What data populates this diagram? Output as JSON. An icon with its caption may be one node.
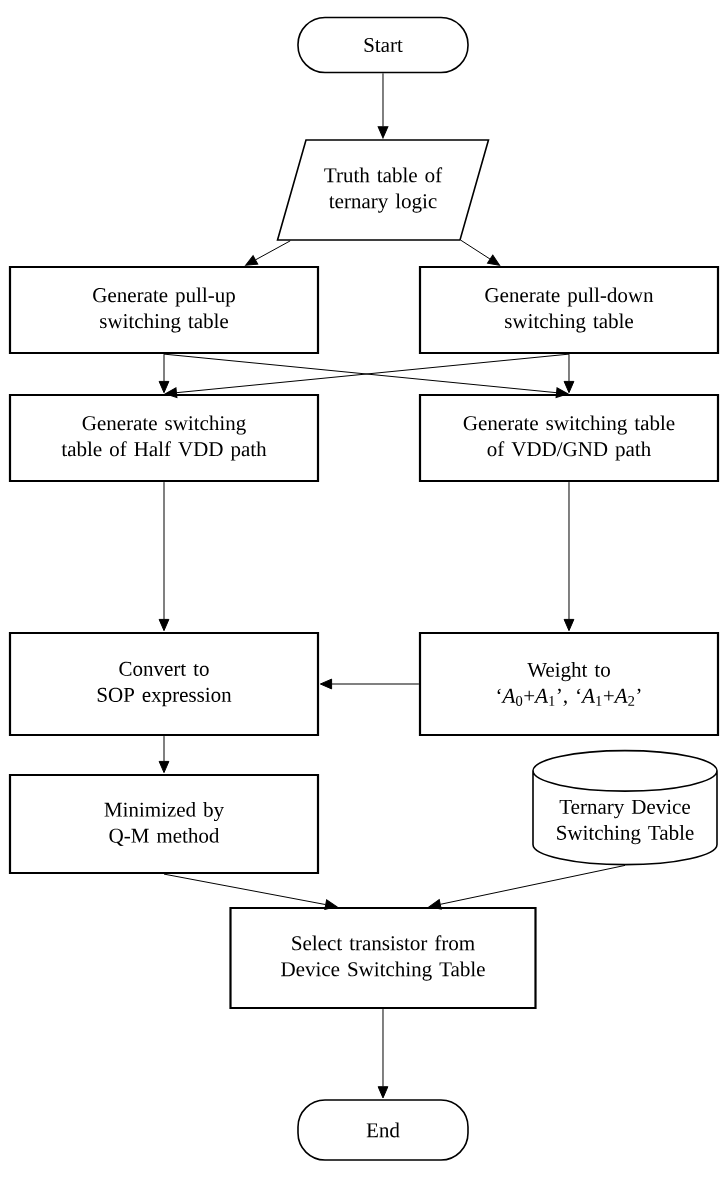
{
  "diagram": {
    "nodes": [
      {
        "text": [
          "Start"
        ]
      },
      {
        "text": [
          "Truth table of ternary logic"
        ]
      },
      {
        "text": [
          "Generate pull-up switching table"
        ]
      },
      {
        "text": [
          "Generate pull-down switching table"
        ]
      },
      {
        "text": [
          "Generate switching table of Half VDD path"
        ]
      },
      {
        "text": [
          "Generate switching table of VDD/GND path"
        ]
      },
      {
        "text": [
          "Convert to SOP expression"
        ]
      },
      {
        "text": [
          "Weight to ‘*A*$_{0}$+*A*$_{1}$’, ‘*A*$_{1}$+*A*$_{2}$’"
        ]
      },
      {
        "text": [
          "Minimized by Q-M method"
        ]
      },
      {
        "text": [
          "Ternary Device Switching Table"
        ]
      },
      {
        "text": [
          "Select transistor from Device Switching Table"
        ]
      },
      {
        "text": [
          "End"
        ]
      }
    ],
    "edges": [
      {
        "from": 0,
        "to": 1,
        "arrow": "to"
      },
      {
        "from": 1,
        "to": 2,
        "arrow": "to"
      },
      {
        "from": 1,
        "to": 3,
        "arrow": "to"
      },
      {
        "from": 2,
        "to": 4,
        "arrow": "to"
      },
      {
        "from": 2,
        "to": 5,
        "arrow": "to"
      },
      {
        "from": 3,
        "to": 4,
        "arrow": "to"
      },
      {
        "from": 3,
        "to": 5,
        "arrow": "to"
      },
      {
        "from": 4,
        "to": 6,
        "arrow": "to"
      },
      {
        "from": 5,
        "to": 7,
        "arrow": "to"
      },
      {
        "from": 7,
        "to": 6,
        "arrow": "to"
      },
      {
        "from": 6,
        "to": 8,
        "arrow": "to"
      },
      {
        "from": 8,
        "to": 10,
        "arrow": "to"
      },
      {
        "from": 9,
        "to": 10,
        "arrow": "to"
      },
      {
        "from": 10,
        "to": 11,
        "arrow": "to"
      }
    ]
  }
}
